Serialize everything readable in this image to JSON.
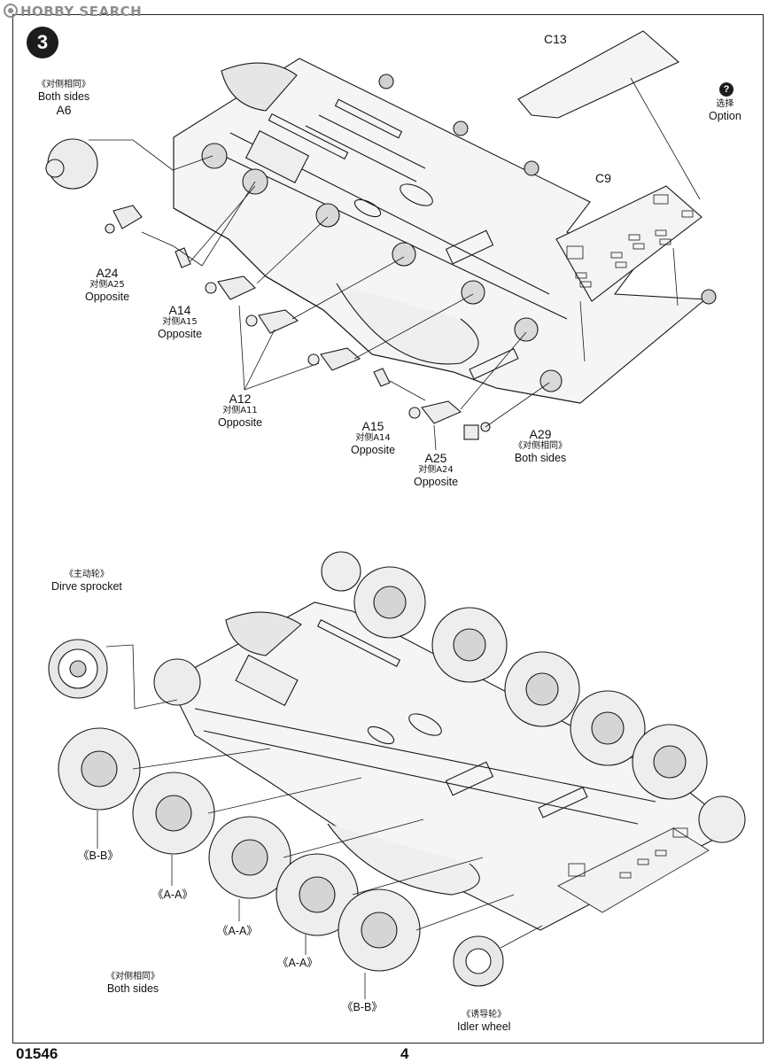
{
  "watermark": "HOBBY SEARCH",
  "step_number": "3",
  "labels": {
    "a6": {
      "cn": "《对侧相同》",
      "en": "Both sides",
      "code": "A6"
    },
    "c13": {
      "code": "C13"
    },
    "option": {
      "icon": "?",
      "cn": "选择",
      "en": "Option"
    },
    "c9": {
      "code": "C9"
    },
    "a24": {
      "code": "A24",
      "cn": "对侧A25",
      "en": "Opposite"
    },
    "a14": {
      "code": "A14",
      "cn": "对侧A15",
      "en": "Opposite"
    },
    "a12": {
      "code": "A12",
      "cn": "对侧A11",
      "en": "Opposite"
    },
    "a15": {
      "code": "A15",
      "cn": "对侧A14",
      "en": "Opposite"
    },
    "a29": {
      "code": "A29",
      "cn": "《对侧相同》",
      "en": "Both sides"
    },
    "a25": {
      "code": "A25",
      "cn": "对侧A24",
      "en": "Opposite"
    },
    "drive_sprocket": {
      "cn": "《主动轮》",
      "en": "Dirve sprocket"
    },
    "wheel_1": "《B-B》",
    "wheel_2": "《A-A》",
    "wheel_3": "《A-A》",
    "wheel_4": "《A-A》",
    "wheel_5": "《B-B》",
    "both_sides_bottom": {
      "cn": "《对侧相同》",
      "en": "Both sides"
    },
    "idler_wheel": {
      "cn": "《诱导轮》",
      "en": "Idler wheel"
    }
  },
  "footer": {
    "kit_number": "01546",
    "page_number": "4"
  }
}
